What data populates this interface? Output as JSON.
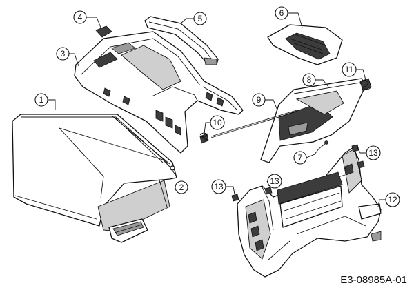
{
  "callouts": [
    {
      "id": "1",
      "label": "1"
    },
    {
      "id": "2",
      "label": "2"
    },
    {
      "id": "3",
      "label": "3"
    },
    {
      "id": "4",
      "label": "4"
    },
    {
      "id": "5",
      "label": "5"
    },
    {
      "id": "6",
      "label": "6"
    },
    {
      "id": "7",
      "label": "7"
    },
    {
      "id": "8",
      "label": "8"
    },
    {
      "id": "9",
      "label": "9"
    },
    {
      "id": "10",
      "label": "10"
    },
    {
      "id": "11",
      "label": "11"
    },
    {
      "id": "12",
      "label": "12"
    },
    {
      "id": "13a",
      "label": "13"
    },
    {
      "id": "13b",
      "label": "13"
    },
    {
      "id": "13c",
      "label": "13"
    }
  ],
  "reference_code": "E3-08985A-01"
}
